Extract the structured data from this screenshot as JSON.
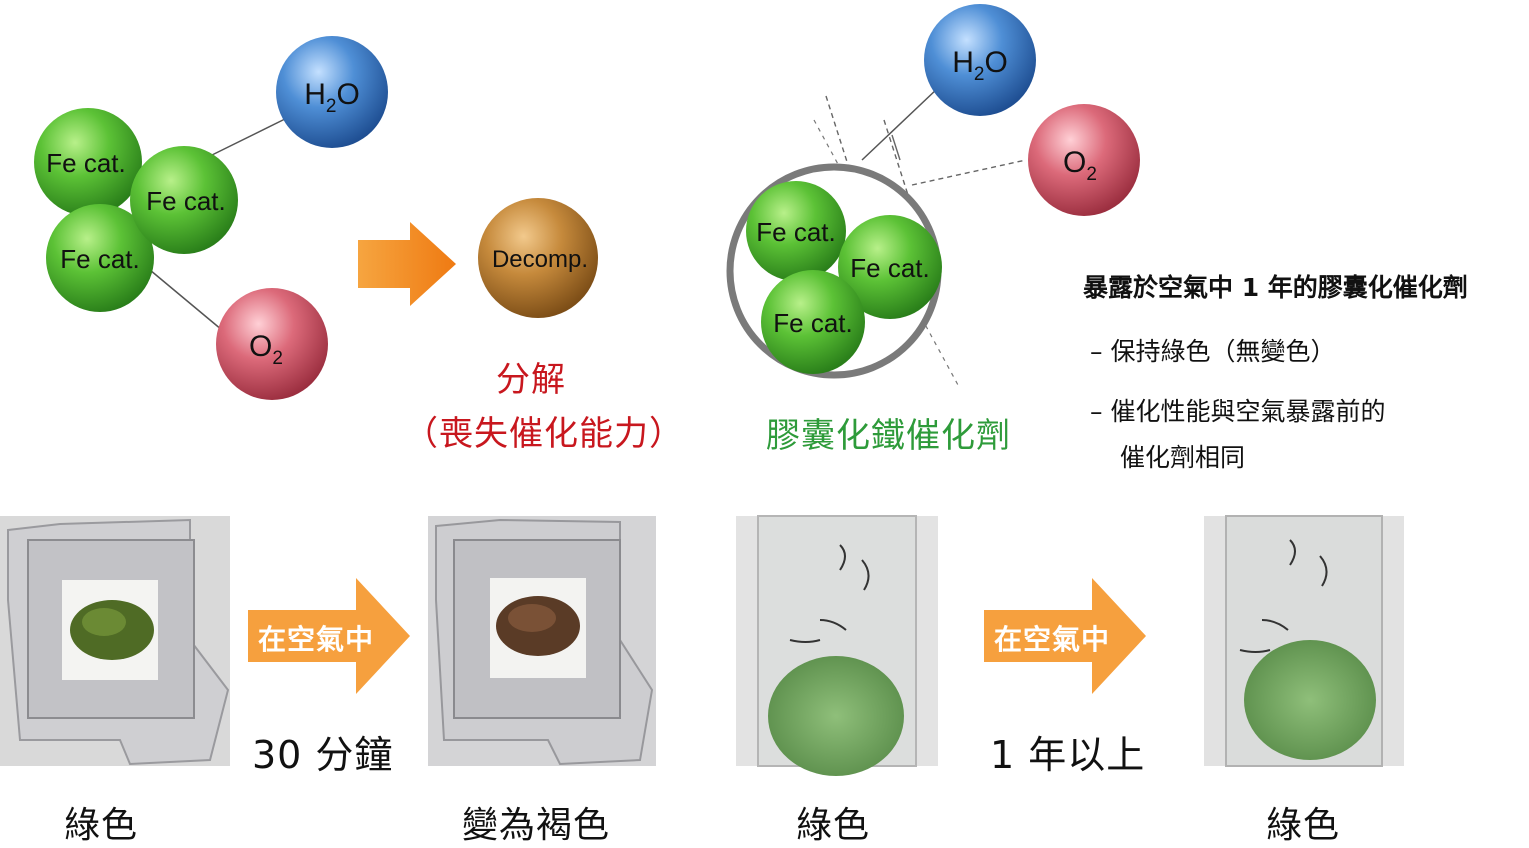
{
  "colors": {
    "fe_green": "#5cc236",
    "h2o_blue": "#4f8fd6",
    "o2_red": "#dc6a7a",
    "decomp_brown": "#c68a3c",
    "arrow_orange": "#f07c16",
    "arrow_light_orange": "#f6a03e",
    "label_red": "#c8171e",
    "label_green": "#2e9b3a"
  },
  "left_diagram": {
    "fe_label": "Fe cat.",
    "h2o": {
      "base": "H",
      "sub": "2",
      "tail": "O"
    },
    "o2": {
      "base": "O",
      "sub": "2"
    },
    "decomp_label": "Decomp.",
    "result_line1": "分解",
    "result_line2": "（喪失催化能力）"
  },
  "right_diagram": {
    "fe_label": "Fe cat.",
    "h2o": {
      "base": "H",
      "sub": "2",
      "tail": "O"
    },
    "o2": {
      "base": "O",
      "sub": "2"
    },
    "caption": "膠囊化鐵催化劑"
  },
  "notes": {
    "heading": "暴露於空氣中 1 年的膠囊化催化劑",
    "item1": "– 保持綠色（無變色）",
    "item2_line1": "– 催化性能與空氣暴露前的",
    "item2_line2": "催化劑相同"
  },
  "bottom": {
    "arrow_label": "在空氣中",
    "time1": "30 分鐘",
    "time2": "1 年以上",
    "caption1": "綠色",
    "caption2": "變為褐色",
    "caption3": "綠色",
    "caption4": "綠色"
  }
}
